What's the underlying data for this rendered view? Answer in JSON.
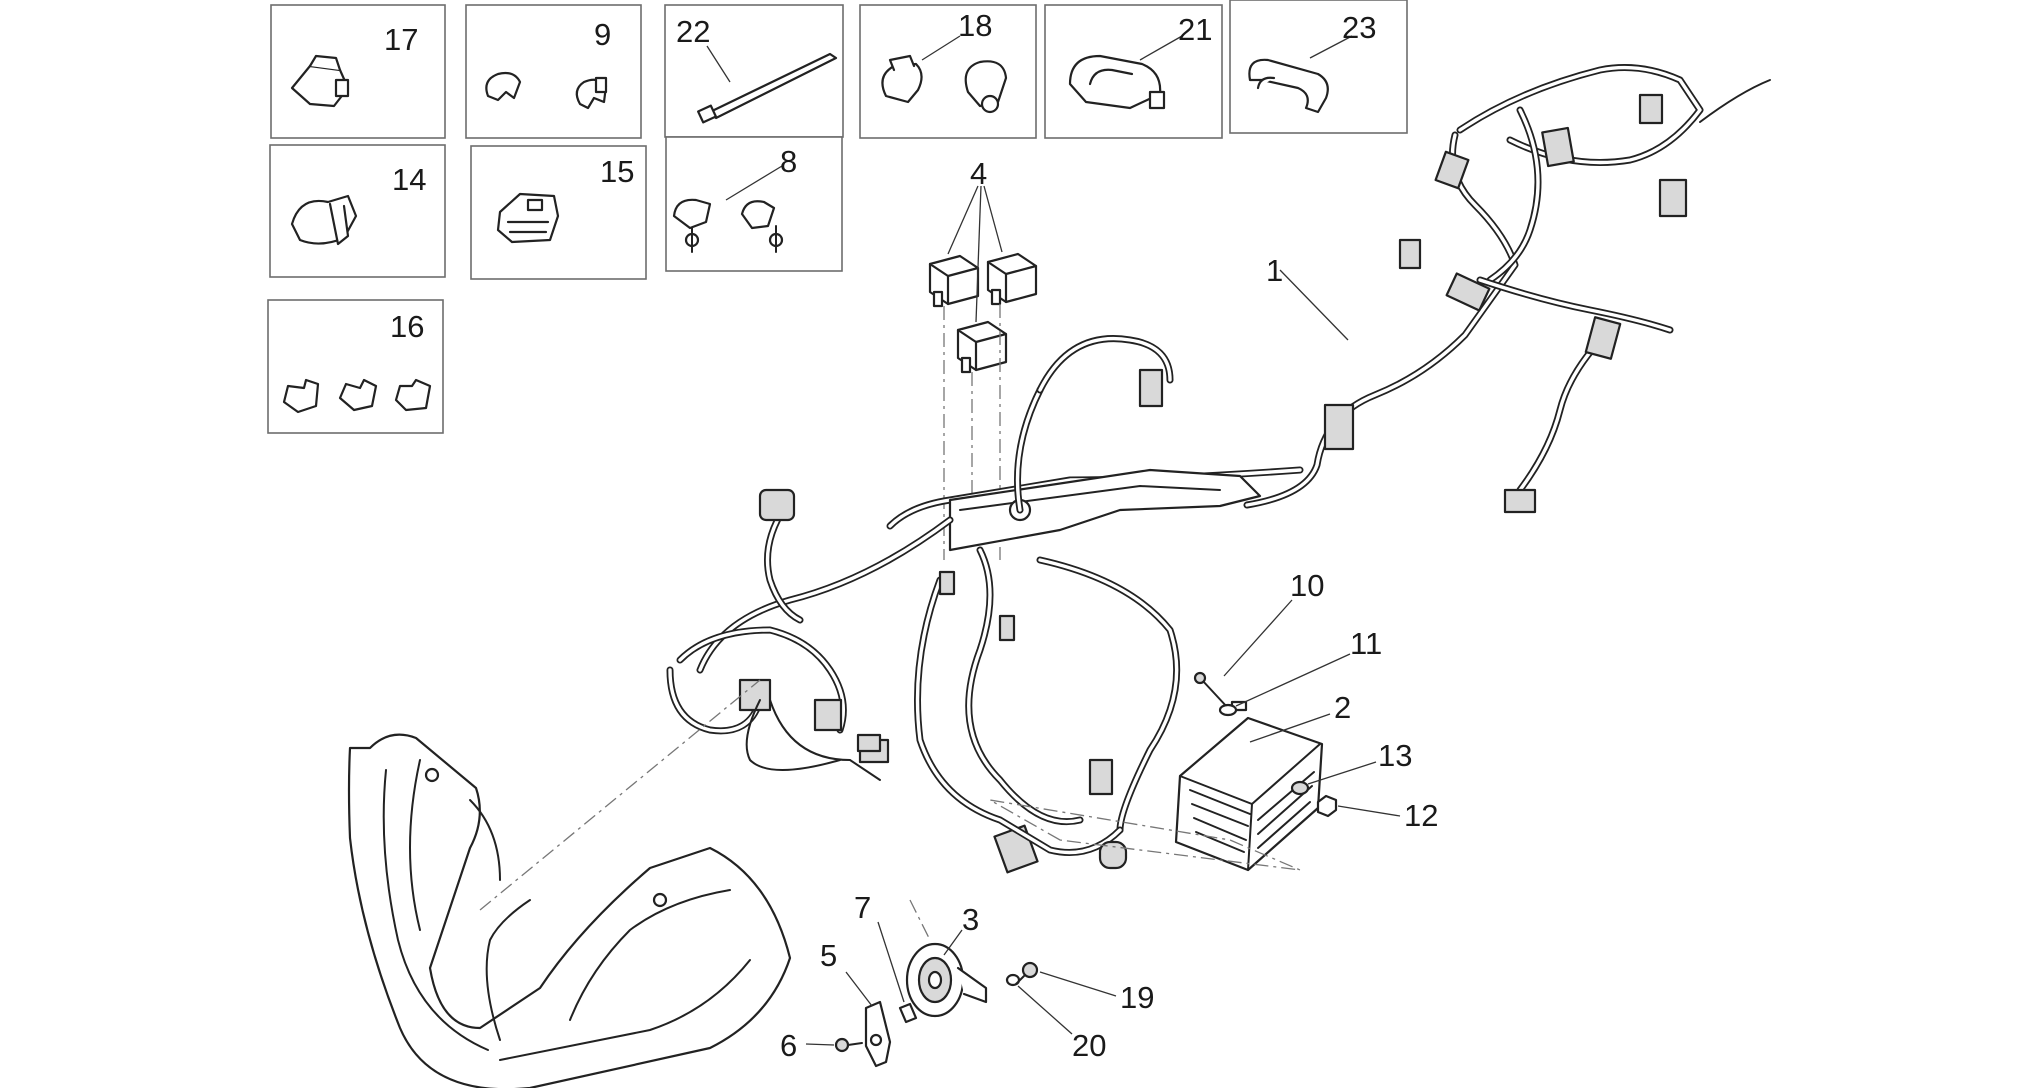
{
  "labels": {
    "p1": "1",
    "p2": "2",
    "p3": "3",
    "p4": "4",
    "p5": "5",
    "p6": "6",
    "p7": "7",
    "p8": "8",
    "p9": "9",
    "p10": "10",
    "p11": "11",
    "p12": "12",
    "p13": "13",
    "p14": "14",
    "p15": "15",
    "p16": "16",
    "p17": "17",
    "p18": "18",
    "p19": "19",
    "p20": "20",
    "p21": "21",
    "p22": "22",
    "p23": "23"
  },
  "icons": {
    "main_harness": "wiring-harness-icon",
    "voltage_regulator": "voltage-regulator-icon",
    "horn": "horn-icon",
    "relay": "relay-icon",
    "headlight": "headlight-icon",
    "clip": "clip-icon",
    "cable_tie": "cable-tie-icon",
    "screw": "screw-icon",
    "washer": "washer-icon",
    "nut": "nut-icon",
    "bracket": "bracket-icon"
  },
  "colors": {
    "line": "#222222",
    "box_border": "#6d6d6d",
    "background": "#ffffff"
  }
}
